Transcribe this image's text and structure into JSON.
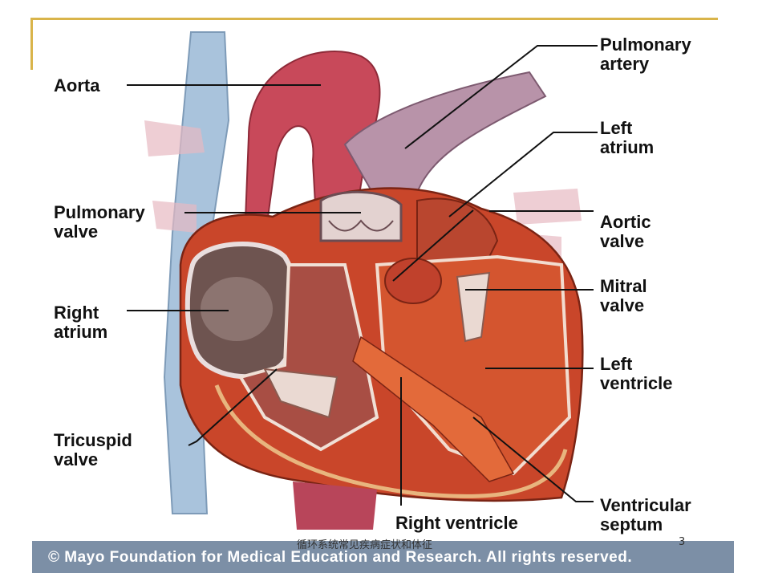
{
  "labels": {
    "aorta": "Aorta",
    "pulmonary_artery": "Pulmonary\nartery",
    "left_atrium": "Left\natrium",
    "pulmonary_valve": "Pulmonary\nvalve",
    "aortic_valve": "Aortic\nvalve",
    "mitral_valve": "Mitral\nvalve",
    "right_atrium": "Right\natrium",
    "left_ventricle": "Left\nventricle",
    "tricuspid_valve": "Tricuspid\nvalve",
    "right_ventricle": "Right ventricle",
    "ventricular_septum": "Ventricular\nseptum"
  },
  "footer": {
    "copyright": "© Mayo Foundation for Medical Education and Research.  All rights reserved.",
    "caption": "循环系统常见疾病症状和体征",
    "page": "3"
  },
  "colors": {
    "accent_line": "#d9b44a",
    "footer_band": "#7c8fa6",
    "muscle": "#c9462a",
    "vessel_blue": "#a9c3dc"
  }
}
